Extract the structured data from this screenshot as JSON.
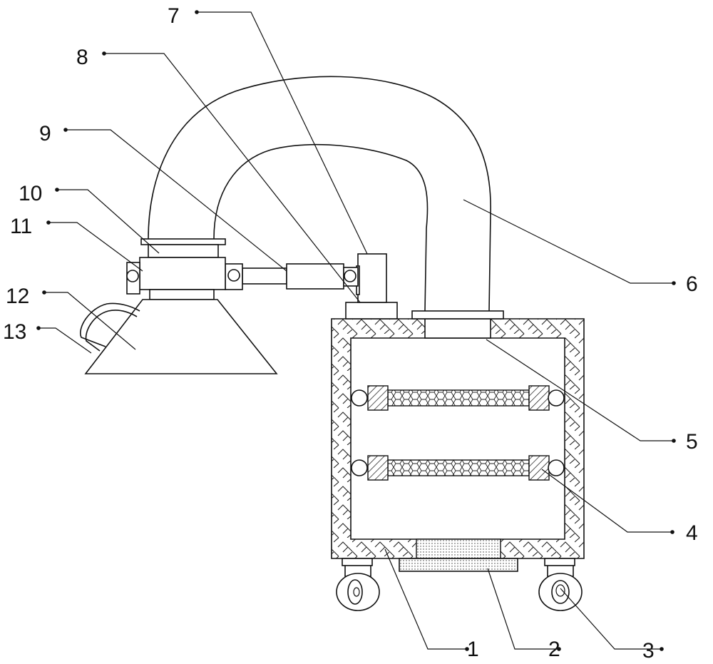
{
  "labels": [
    "1",
    "2",
    "3",
    "4",
    "5",
    "6",
    "7",
    "8",
    "9",
    "10",
    "11",
    "12",
    "13"
  ],
  "colors": {
    "line": "#111111",
    "background": "#ffffff"
  }
}
